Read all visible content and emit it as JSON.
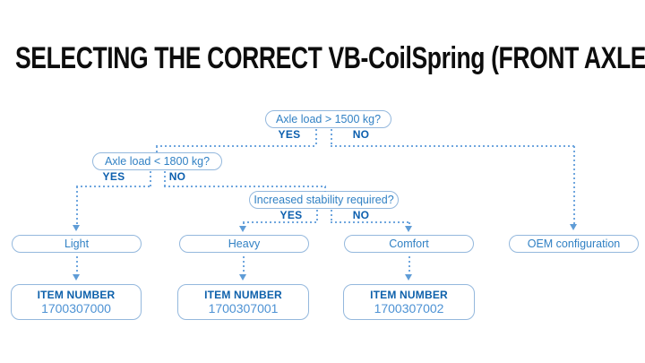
{
  "title": "SELECTING THE CORRECT VB-CoilSpring (FRONT AXLE)",
  "colors": {
    "title_text": "#0d0d0d",
    "node_border": "#94b8dd",
    "node_text": "#3181c4",
    "yes_no_text": "#0c5fae",
    "item_heading_text": "#0e61ab",
    "item_number_text": "#4d92d4",
    "connector_line": "#6fa6de",
    "arrowhead": "#5f9cd6",
    "background": "#ffffff"
  },
  "flowchart": {
    "decisions": [
      {
        "question": "Axle load > 1500 kg?",
        "yes": "YES",
        "no": "NO"
      },
      {
        "question": "Axle load < 1800 kg?",
        "yes": "YES",
        "no": "NO"
      },
      {
        "question": "Increased stability required?",
        "yes": "YES",
        "no": "NO"
      }
    ],
    "results": [
      {
        "label": "Light"
      },
      {
        "label": "Heavy"
      },
      {
        "label": "Comfort"
      },
      {
        "label": "OEM configuration"
      }
    ],
    "items": [
      {
        "heading": "ITEM NUMBER",
        "number": "1700307000"
      },
      {
        "heading": "ITEM NUMBER",
        "number": "1700307001"
      },
      {
        "heading": "ITEM NUMBER",
        "number": "1700307002"
      }
    ]
  }
}
